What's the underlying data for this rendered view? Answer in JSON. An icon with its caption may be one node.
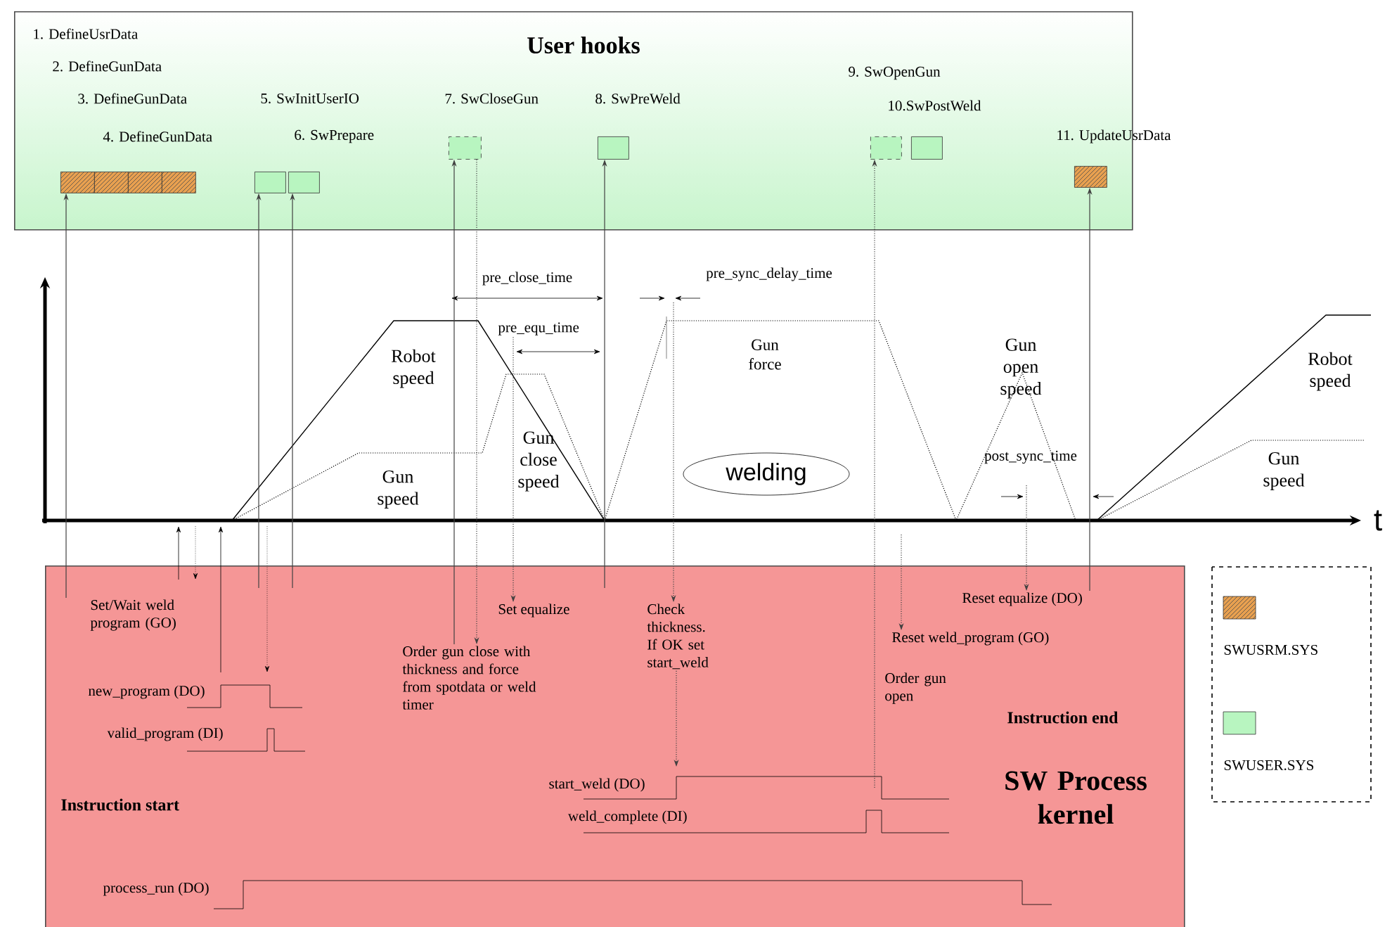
{
  "diagram": {
    "nodes": [
      {
        "text": [
          "User hooks"
        ]
      },
      {
        "text": [],
        "shape": "box",
        "in": 0
      },
      {
        "text": [],
        "shape": "box",
        "in": 0
      },
      {
        "text": [],
        "shape": "box",
        "in": 0
      },
      {
        "text": [],
        "shape": "box",
        "in": 0,
        "beside": [
          "4. DefineGunData"
        ]
      },
      {
        "text": [],
        "shape": "box",
        "in": 0
      },
      {
        "text": [],
        "shape": "box",
        "in": 0,
        "beside": [
          "6. SwPrepare"
        ]
      },
      {
        "text": [],
        "shape": "box",
        "in": 0,
        "beside": [
          "7. SwCloseGun"
        ]
      },
      {
        "text": [],
        "shape": "box",
        "in": 0,
        "beside": [
          "8. SwPreWeld"
        ]
      },
      {
        "text": [],
        "shape": "box",
        "in": 0,
        "beside": [
          "9. SwOpenGun"
        ]
      },
      {
        "text": [],
        "shape": "box",
        "in": 0,
        "beside": [
          "10.SwPostWeld"
        ]
      },
      {
        "text": [],
        "shape": "box",
        "in": 0,
        "beside": [
          "11. UpdateUsrData"
        ]
      },
      {
        "text": [
          "SW Process kernel"
        ]
      },
      {
        "text": [
          "Order gun close with thickness and force from spotdata or weld timer"
        ],
        "in": 12
      },
      {
        "text": [
          "Set equalize"
        ],
        "in": 12
      },
      {
        "text": [
          "Check thickness. If OK set start_weld"
        ],
        "in": 12
      },
      {
        "text": [
          "Reset weld_program (GO)"
        ],
        "in": 12
      },
      {
        "text": [
          "Reset equalize (DO)"
        ],
        "in": 12
      },
      {
        "text": [
          "welding"
        ]
      },
      {
        "text": [
          "pre_equ_time"
        ]
      }
    ],
    "edges": [
      {
        "from": null,
        "to": 1,
        "arrow": "to"
      },
      {
        "from": null,
        "to": 5,
        "arrow": "to"
      },
      {
        "from": null,
        "to": 6,
        "arrow": "to"
      },
      {
        "from": 13,
        "to": 7,
        "arrow": "to"
      },
      {
        "from": 7,
        "to": 13,
        "arrow": "to",
        "style": "dashed"
      },
      {
        "from": null,
        "to": 8,
        "arrow": "to"
      },
      {
        "from": 19,
        "to": 14,
        "arrow": "to",
        "style": "dashed"
      },
      {
        "from": null,
        "to": 15,
        "arrow": "to",
        "style": "dashed"
      },
      {
        "from": 15,
        "to": null,
        "arrow": "to",
        "style": "dashed"
      },
      {
        "from": null,
        "to": 9,
        "arrow": "to",
        "style": "dashed"
      },
      {
        "from": null,
        "to": 16,
        "arrow": "to",
        "style": "dashed"
      },
      {
        "from": null,
        "to": 17,
        "arrow": "to",
        "style": "dashed"
      },
      {
        "from": 17,
        "to": 11,
        "arrow": "to"
      }
    ],
    "labels": [
      "1. DefineUsrData",
      "2. DefineGunData",
      "3. DefineGunData",
      "5. SwInitUserIO",
      "Robot speed",
      "Gun speed",
      "pre_close_time",
      "Gun close speed",
      "pre_sync_delay_time",
      "Gun force",
      "Gun open speed",
      "post_sync_time",
      "Robot speed",
      "Gun speed",
      "t",
      "Set/Wait weld program (GO)",
      "new_program (DO)",
      "valid_program (DI)",
      "Instruction start",
      "start_weld (DO)",
      "weld_complete (DI)",
      "process_run (DO)",
      "Order gun open",
      "Instruction end"
    ],
    "legend": [
      {
        "text": "SWUSRM.SYS",
        "color": "#e8a050"
      },
      {
        "text": "SWUSER.SYS",
        "color": "#b8f5c0"
      }
    ]
  }
}
